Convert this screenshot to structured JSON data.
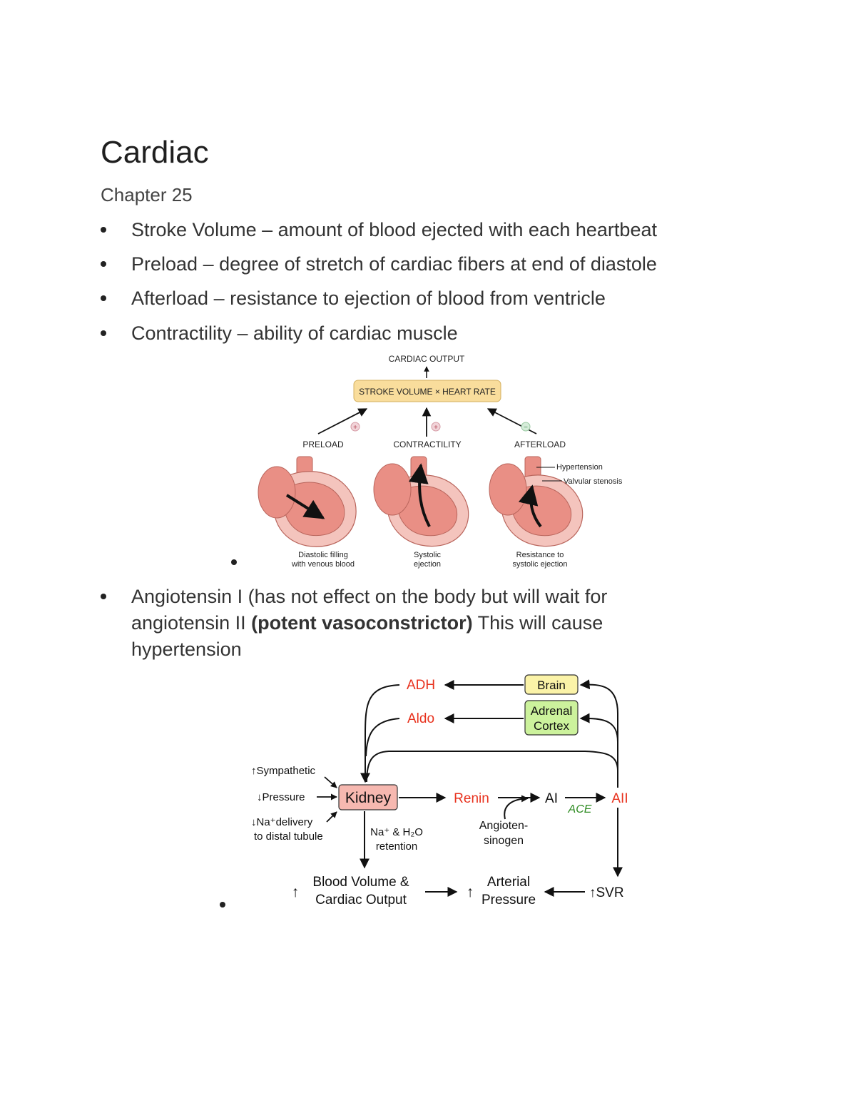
{
  "document": {
    "title": "Cardiac",
    "subtitle": "Chapter 25",
    "bullets": [
      "Stroke Volume – amount of blood ejected with each heartbeat",
      "Preload – degree of stretch of cardiac fibers at end of diastole",
      "Afterload – resistance to ejection of blood from ventricle",
      "Contractility – ability of cardiac muscle"
    ],
    "angiotensin": {
      "text1": "Angiotensin I (has not effect on the body but will wait for angiotensin II ",
      "bold": "(potent vasoconstrictor)",
      "text2": " This will cause hypertension"
    }
  },
  "figure1": {
    "cardiac_output": "CARDIAC OUTPUT",
    "formula": "STROKE VOLUME × HEART RATE",
    "preload": "PRELOAD",
    "contractility": "CONTRACTILITY",
    "afterload": "AFTERLOAD",
    "plus": "+",
    "minus": "−",
    "hypertension": "Hypertension",
    "valvular_stenosis": "Valvular stenosis",
    "caption_left_1": "Diastolic filling",
    "caption_left_2": "with venous blood",
    "caption_mid_1": "Systolic",
    "caption_mid_2": "ejection",
    "caption_right_1": "Resistance to",
    "caption_right_2": "systolic ejection",
    "colors": {
      "box": "#f9dd9c",
      "heart": "#e98f85",
      "heart_light": "#f4c4bd"
    }
  },
  "figure2": {
    "adh": "ADH",
    "aldo": "Aldo",
    "brain": "Brain",
    "adrenal_1": "Adrenal",
    "adrenal_2": "Cortex",
    "sympathetic": "↑Sympathetic",
    "pressure": "↓Pressure",
    "na_delivery_1": "↓Na⁺delivery",
    "na_delivery_2": "to distal tubule",
    "kidney": "Kidney",
    "renin": "Renin",
    "ai": "AI",
    "aii": "AII",
    "ace": "ACE",
    "angiotensinogen_1": "Angioten-",
    "angiotensinogen_2": "sinogen",
    "retention_1": "Na⁺ & H₂O",
    "retention_2": "retention",
    "blood_volume_1": "Blood Volume &",
    "blood_volume_2": "Cardiac Output",
    "arterial_1": "Arterial",
    "arterial_2": "Pressure",
    "svr": "↑SVR",
    "up_arrow": "↑",
    "colors": {
      "red": "#e8321e",
      "green": "#2e8b22",
      "kidney": "#f6b8b0",
      "brain": "#fbf3a8",
      "adrenal": "#ccf29c"
    }
  }
}
